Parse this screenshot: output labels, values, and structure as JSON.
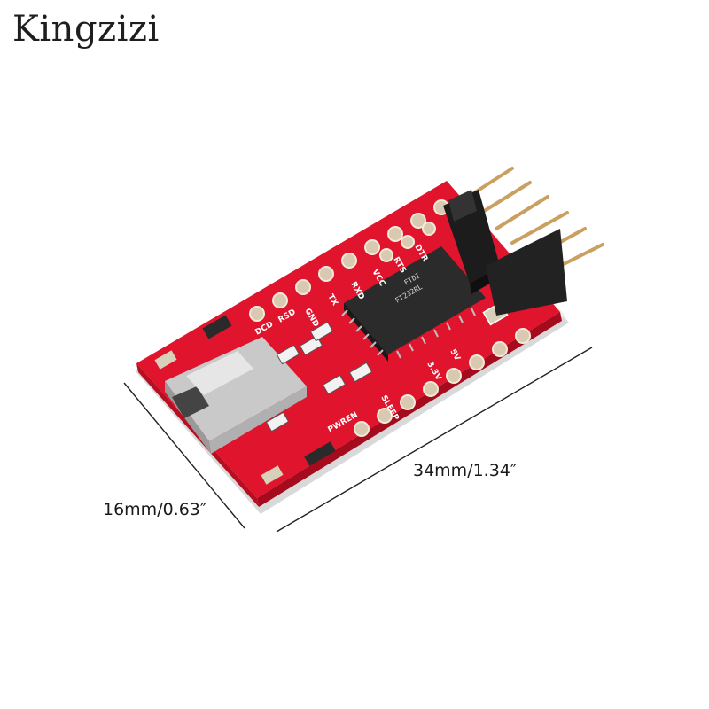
{
  "brand": "Kingzizi",
  "dimensions": {
    "length": "34mm/1.34″",
    "width": "16mm/0.63″"
  },
  "board": {
    "color": "#e0142c",
    "pin_labels": [
      "DCD",
      "RSD",
      "GND",
      "TX",
      "RXD",
      "VCC",
      "RTS",
      "DTR",
      "SLEEP",
      "PWREN",
      "3.3V",
      "5V"
    ],
    "chip_text": [
      "FTDI",
      "FT232RL"
    ]
  },
  "icons": {
    "usb": "mini-usb-connector-icon",
    "header": "pin-header-icon",
    "chip": "ic-chip-icon"
  }
}
